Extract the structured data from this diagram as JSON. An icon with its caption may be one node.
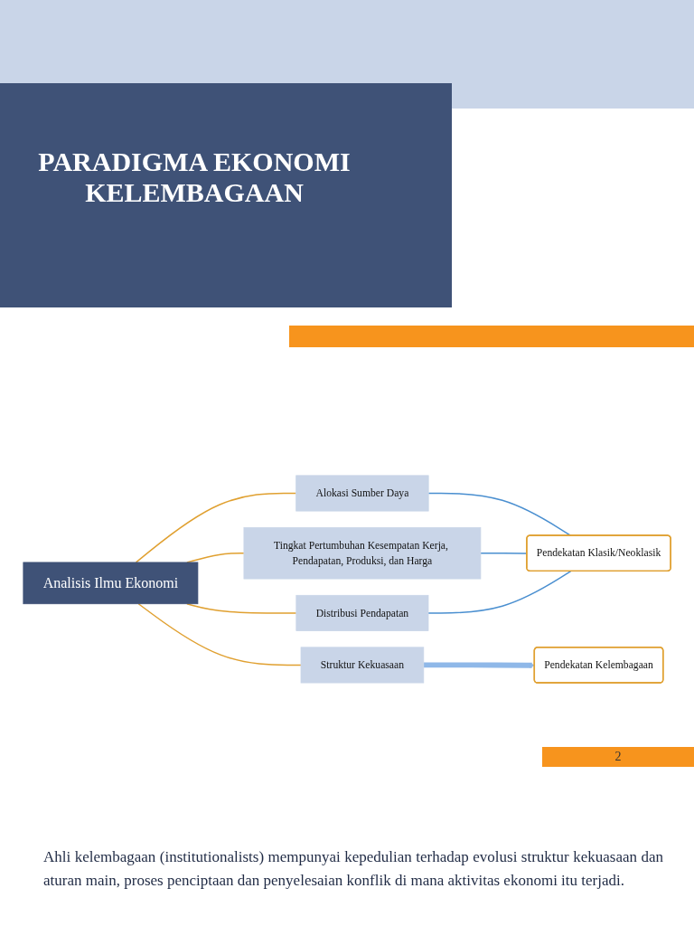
{
  "diagram": {
    "title": "PARADIGMA EKONOMI KELEMBAGAAN",
    "nodes": [
      {
        "text": [
          "Analisis Ilmu Ekonomi"
        ]
      },
      {
        "text": [
          "Alokasi Sumber Daya"
        ]
      },
      {
        "text": [
          "Tingkat Pertumbuhan Kesempatan Kerja, Pendapatan, Produksi, dan Harga"
        ]
      },
      {
        "text": [
          "Distribusi Pendapatan"
        ]
      },
      {
        "text": [
          "Struktur Kekuasaan"
        ]
      },
      {
        "text": [
          "Pendekatan Klasik/Neoklasik"
        ]
      },
      {
        "text": [
          "Pendekatan Kelembagaan"
        ]
      }
    ],
    "edges": [
      {
        "from": 0,
        "to": 1,
        "arrow": "none",
        "color": "#e0a030"
      },
      {
        "from": 0,
        "to": 2,
        "arrow": "none",
        "color": "#e0a030"
      },
      {
        "from": 0,
        "to": 3,
        "arrow": "none",
        "color": "#e0a030"
      },
      {
        "from": 0,
        "to": 4,
        "arrow": "none",
        "color": "#e0a030"
      },
      {
        "from": 1,
        "to": 5,
        "arrow": "none",
        "color": "#4a8fd0"
      },
      {
        "from": 2,
        "to": 5,
        "arrow": "none",
        "color": "#4a8fd0"
      },
      {
        "from": 3,
        "to": 5,
        "arrow": "none",
        "color": "#4a8fd0"
      },
      {
        "from": 4,
        "to": 6,
        "arrow": "to",
        "style": "thick",
        "color": "#8fb8e8"
      }
    ],
    "labels": [
      "2"
    ],
    "caption": "Ahli kelembagaan (institutionalists) mempunyai kepedulian terhadap evolusi struktur kekuasaan dan aturan main, proses penciptaan dan penyelesaian konflik di mana aktivitas ekonomi itu terjadi."
  }
}
